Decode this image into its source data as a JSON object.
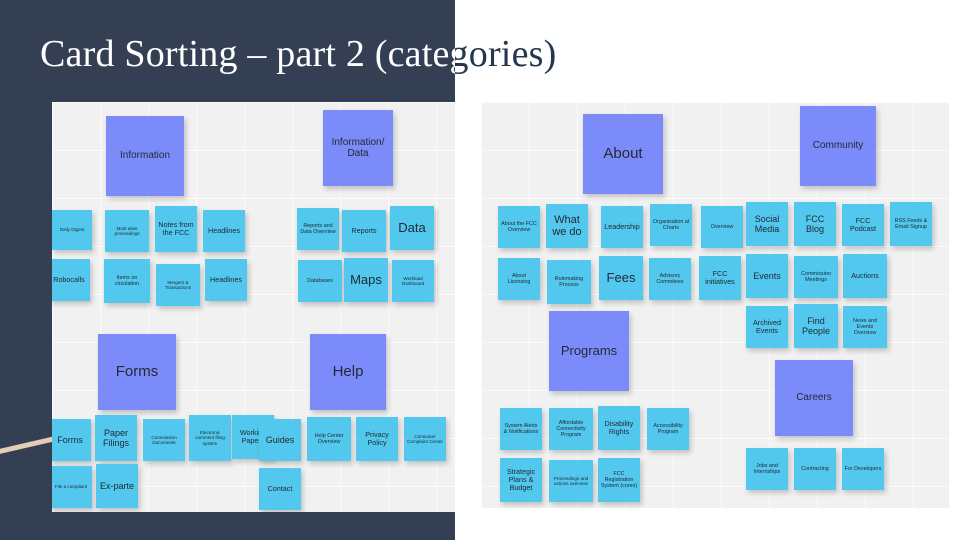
{
  "slide": {
    "title": "Card Sorting – part 2 (categories)",
    "colors": {
      "navy": "#353f54",
      "title_dark": "#23374d",
      "board_bg": "#f1f1f1",
      "category_note": "#7b8cfa",
      "card_note": "#52c8ef",
      "accent_line": "#e3cdb4"
    }
  },
  "boards": [
    {
      "name": "left-board",
      "clusters": [
        {
          "name": "information",
          "category": "Information",
          "cards": [
            "Daily Digest",
            "Most ative proceedings",
            "Notes from the FCC",
            "Headlines",
            "Robocalls",
            "Items on circulation",
            "Mergers & Transactions",
            "Headlines"
          ]
        },
        {
          "name": "information-data",
          "category": "Information/ Data",
          "cards": [
            "Reports and Data Overview",
            "Reports",
            "Data",
            "Databases",
            "Maps",
            "Workload Dashboard"
          ]
        },
        {
          "name": "forms",
          "category": "Forms",
          "cards": [
            "Forms",
            "Paper Filings",
            "Commission Documents",
            "Electronic comment filing system",
            "Working Papers",
            "File a complaint",
            "Ex-parte"
          ]
        },
        {
          "name": "help",
          "category": "Help",
          "cards": [
            "Guides",
            "Help Center Overview",
            "Privacy Policy",
            "Consumer Complaint Center",
            "Contact"
          ]
        }
      ]
    },
    {
      "name": "right-board",
      "clusters": [
        {
          "name": "about",
          "category": "About",
          "cards": [
            "About the FCC Overview",
            "What we do",
            "Leadership",
            "Organisation al Charts",
            "Overview",
            "About Licensing",
            "Rulemaking Process",
            "Fees",
            "Advisory Commitees",
            "FCC initiatives"
          ]
        },
        {
          "name": "community",
          "category": "Community",
          "cards": [
            "Social Media",
            "FCC Blog",
            "FCC Podcast",
            "RSS Feeds & Email Signup",
            "Events",
            "Commission Meetings",
            "Auctions",
            "Archived Events",
            "Find People",
            "News and Events Overview"
          ]
        },
        {
          "name": "programs",
          "category": "Programs",
          "cards": [
            "System Alerts & Notifications",
            "Affordable Connectivity Program",
            "Disability Rights",
            "Accessibility Program",
            "Strategic Plans & Budget",
            "Proceedings and actions overview",
            "FCC Registration System (cores)"
          ]
        },
        {
          "name": "careers",
          "category": "Careers",
          "cards": [
            "Jobs and Internships",
            "Contracting",
            "For Developers"
          ]
        }
      ]
    }
  ]
}
